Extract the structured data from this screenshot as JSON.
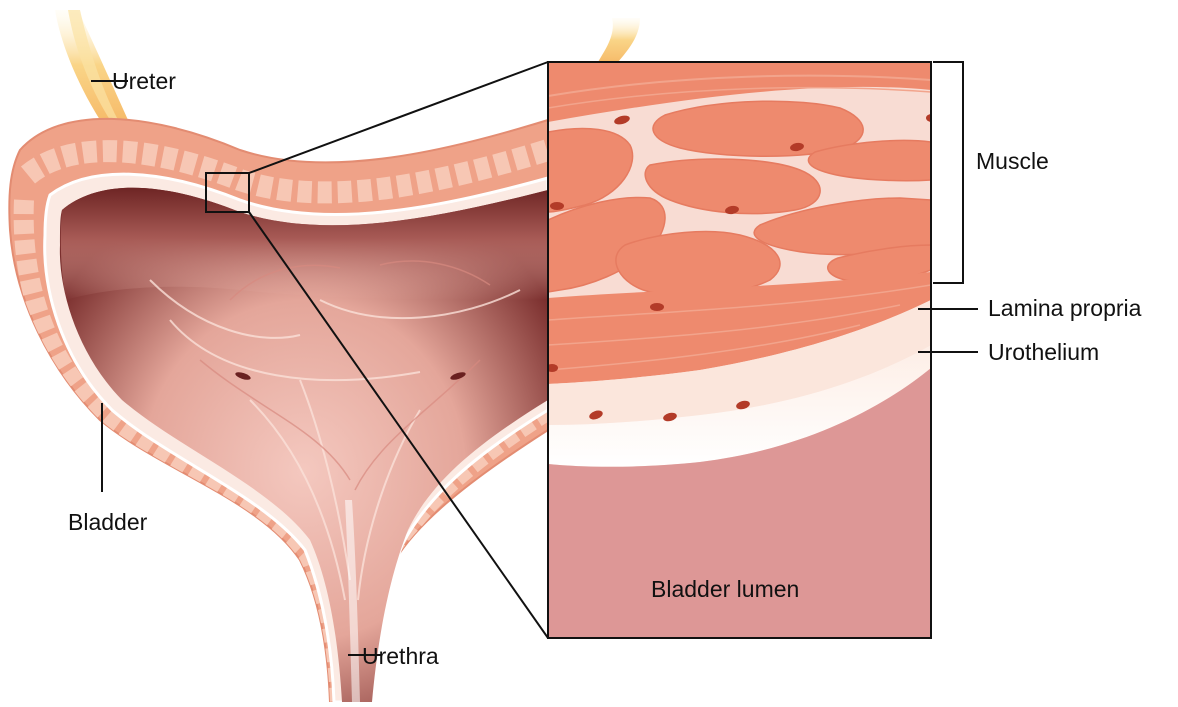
{
  "diagram": {
    "labels": {
      "ureter": "Ureter",
      "bladder": "Bladder",
      "urethra": "Urethra",
      "muscle": "Muscle",
      "lamina_propria": "Lamina propria",
      "urothelium": "Urothelium",
      "bladder_lumen": "Bladder lumen"
    },
    "colors": {
      "bladder_wall": "#efa288",
      "muscle_bundle": "#ee8a6e",
      "connective_tissue": "#f8dcd3",
      "lamina_propria": "#fbe6dc",
      "urothelium": "#fff4ee",
      "bladder_lumen": "#dd9796",
      "cavity_dark": "#7a2e2d",
      "cavity_inner": "#f0bab0",
      "nuclei": "#b33b28",
      "ureter_glow": "#f9d07a",
      "lines": "#111111"
    }
  }
}
